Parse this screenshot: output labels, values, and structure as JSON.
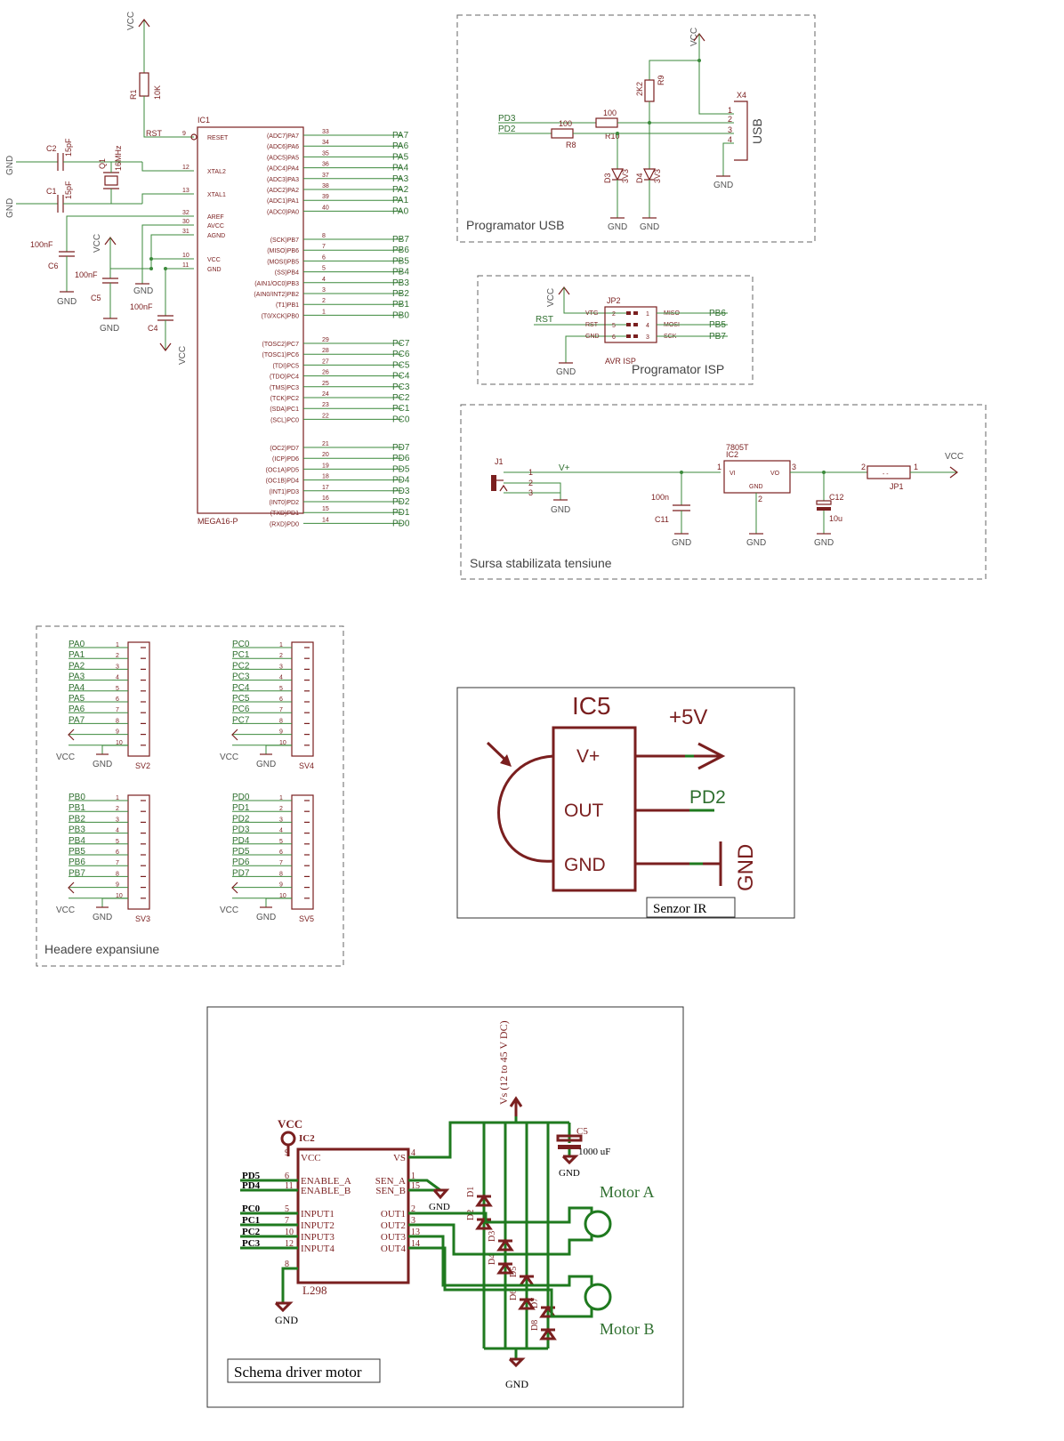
{
  "colors": {
    "wire": "#3b8a3b",
    "part": "#7a1f1f",
    "frame": "#666666"
  },
  "mcu": {
    "ref": "IC1",
    "name": "MEGA16-P",
    "left": [
      {
        "pin": "9",
        "name": "RESET"
      },
      {
        "pin": "12",
        "name": "XTAL2"
      },
      {
        "pin": "13",
        "name": "XTAL1"
      },
      {
        "pin": "32",
        "name": "AREF"
      },
      {
        "pin": "30",
        "name": "AVCC"
      },
      {
        "pin": "31",
        "name": "AGND"
      },
      {
        "pin": "10",
        "name": "VCC"
      },
      {
        "pin": "11",
        "name": "GND"
      }
    ],
    "right": [
      {
        "pin": "33",
        "name": "(ADC7)PA7",
        "net": "PA7"
      },
      {
        "pin": "34",
        "name": "(ADC6)PA6",
        "net": "PA6"
      },
      {
        "pin": "35",
        "name": "(ADC5)PA5",
        "net": "PA5"
      },
      {
        "pin": "36",
        "name": "(ADC4)PA4",
        "net": "PA4"
      },
      {
        "pin": "37",
        "name": "(ADC3)PA3",
        "net": "PA3"
      },
      {
        "pin": "38",
        "name": "(ADC2)PA2",
        "net": "PA2"
      },
      {
        "pin": "39",
        "name": "(ADC1)PA1",
        "net": "PA1"
      },
      {
        "pin": "40",
        "name": "(ADC0)PA0",
        "net": "PA0"
      },
      {
        "pin": "8",
        "name": "(SCK)PB7",
        "net": "PB7"
      },
      {
        "pin": "7",
        "name": "(MISO)PB6",
        "net": "PB6"
      },
      {
        "pin": "6",
        "name": "(MOSI)PB5",
        "net": "PB5"
      },
      {
        "pin": "5",
        "name": "(SS)PB4",
        "net": "PB4"
      },
      {
        "pin": "4",
        "name": "(AIN1/OC0)PB3",
        "net": "PB3"
      },
      {
        "pin": "3",
        "name": "(AIN0/INT2)PB2",
        "net": "PB2"
      },
      {
        "pin": "2",
        "name": "(T1)PB1",
        "net": "PB1"
      },
      {
        "pin": "1",
        "name": "(T0/XCK)PB0",
        "net": "PB0"
      },
      {
        "pin": "29",
        "name": "(TOSC2)PC7",
        "net": "PC7"
      },
      {
        "pin": "28",
        "name": "(TOSC1)PC6",
        "net": "PC6"
      },
      {
        "pin": "27",
        "name": "(TDI)PC5",
        "net": "PC5"
      },
      {
        "pin": "26",
        "name": "(TDO)PC4",
        "net": "PC4"
      },
      {
        "pin": "25",
        "name": "(TMS)PC3",
        "net": "PC3"
      },
      {
        "pin": "24",
        "name": "(TCK)PC2",
        "net": "PC2"
      },
      {
        "pin": "23",
        "name": "(SDA)PC1",
        "net": "PC1"
      },
      {
        "pin": "22",
        "name": "(SCL)PC0",
        "net": "PC0"
      },
      {
        "pin": "21",
        "name": "(OC2)PD7",
        "net": "PD7"
      },
      {
        "pin": "20",
        "name": "(ICP)PD6",
        "net": "PD6"
      },
      {
        "pin": "19",
        "name": "(OC1A)PD5",
        "net": "PD5"
      },
      {
        "pin": "18",
        "name": "(OC1B)PD4",
        "net": "PD4"
      },
      {
        "pin": "17",
        "name": "(INT1)PD3",
        "net": "PD3"
      },
      {
        "pin": "16",
        "name": "(INT0)PD2",
        "net": "PD2"
      },
      {
        "pin": "15",
        "name": "(TXD)PD1",
        "net": "PD1"
      },
      {
        "pin": "14",
        "name": "(RXD)PD0",
        "net": "PD0"
      }
    ]
  },
  "core": {
    "vcc": "VCC",
    "gnd": "GND",
    "rst": "RST",
    "r1": "R1",
    "r1v": "10K",
    "c2": "C2",
    "c2v": "15pF",
    "c1": "C1",
    "c1v": "15pF",
    "q1": "Q1",
    "q1v": "16MHz",
    "c6": "C6",
    "c6v": "100nF",
    "c5": "C5",
    "c5v": "100nF",
    "c4": "C4",
    "c4v": "100nF"
  },
  "usb": {
    "title": "Programator USB",
    "pd3": "PD3",
    "pd2": "PD2",
    "r8": "R8",
    "r8v": "100",
    "r10": "R10",
    "r10v": "100",
    "r9": "R9",
    "r9v": "2K2",
    "d3": "D3",
    "d3v": "3V3",
    "d4": "D4",
    "d4v": "3V3",
    "x4": "X4",
    "usb": "USB",
    "pins": [
      "1",
      "2",
      "3",
      "4"
    ],
    "vcc": "VCC",
    "gnd": "GND"
  },
  "isp": {
    "title": "Programator ISP",
    "ref": "JP2",
    "name": "AVR ISP",
    "rst": "RST",
    "vcc": "VCC",
    "gnd": "GND",
    "lrows": [
      {
        "sig": "VTG",
        "pin": "2"
      },
      {
        "sig": "RST",
        "pin": "5"
      },
      {
        "sig": "GND",
        "pin": "6"
      }
    ],
    "rrows": [
      {
        "pin": "1",
        "sig": "MISO",
        "net": "PB6"
      },
      {
        "pin": "4",
        "sig": "MOSI",
        "net": "PB5"
      },
      {
        "pin": "3",
        "sig": "SCK",
        "net": "PB7"
      }
    ]
  },
  "psu": {
    "title": "Sursa stabilizata tensiune",
    "j1": "J1",
    "vplus": "V+",
    "gnd": "GND",
    "ic2": "IC2",
    "ic2v": "7805T",
    "vi": "VI",
    "vo": "VO",
    "icgnd": "GND",
    "c11": "C11",
    "c11v": "100n",
    "c12": "C12",
    "c12v": "10u",
    "jp1": "JP1",
    "vcc": "VCC",
    "n1": "1",
    "n2": "2",
    "n3": "3"
  },
  "headers": {
    "title": "Headere expansiune",
    "vcc": "VCC",
    "gnd": "GND",
    "blocks": [
      {
        "ref": "SV2",
        "nets": [
          "PA0",
          "PA1",
          "PA2",
          "PA3",
          "PA4",
          "PA5",
          "PA6",
          "PA7"
        ]
      },
      {
        "ref": "SV4",
        "nets": [
          "PC0",
          "PC1",
          "PC2",
          "PC3",
          "PC4",
          "PC5",
          "PC6",
          "PC7"
        ]
      },
      {
        "ref": "SV3",
        "nets": [
          "PB0",
          "PB1",
          "PB2",
          "PB3",
          "PB4",
          "PB5",
          "PB6",
          "PB7"
        ]
      },
      {
        "ref": "SV5",
        "nets": [
          "PD0",
          "PD1",
          "PD2",
          "PD3",
          "PD4",
          "PD5",
          "PD6",
          "PD7"
        ]
      }
    ],
    "pins": [
      "1",
      "2",
      "3",
      "4",
      "5",
      "6",
      "7",
      "8",
      "9",
      "10"
    ]
  },
  "ir": {
    "title": "Senzor IR",
    "ref": "IC5",
    "vplus": "V+",
    "out": "OUT",
    "gnd": "GND",
    "v5": "+5V",
    "pd2": "PD2",
    "gndnet": "GND"
  },
  "driver": {
    "title": "Schema driver motor",
    "ref": "IC2",
    "name": "L298",
    "vcc": "VCC",
    "gnd": "GND",
    "vs": "Vs (12 to 45 V DC)",
    "c5": "C5",
    "c5v": "1000 uF",
    "motor_a": "Motor A",
    "motor_b": "Motor B",
    "lpins": [
      {
        "pin": "9",
        "name": "VCC"
      },
      {
        "pin": "6",
        "name": "ENABLE_A",
        "net": "PD5"
      },
      {
        "pin": "11",
        "name": "ENABLE_B",
        "net": "PD4"
      },
      {
        "pin": "5",
        "name": "INPUT1",
        "net": "PC0"
      },
      {
        "pin": "7",
        "name": "INPUT2",
        "net": "PC1"
      },
      {
        "pin": "10",
        "name": "INPUT3",
        "net": "PC2"
      },
      {
        "pin": "12",
        "name": "INPUT4",
        "net": "PC3"
      },
      {
        "pin": "8",
        "name": ""
      }
    ],
    "rpins": [
      {
        "pin": "4",
        "name": "VS"
      },
      {
        "pin": "1",
        "name": "SEN_A"
      },
      {
        "pin": "15",
        "name": "SEN_B"
      },
      {
        "pin": "2",
        "name": "OUT1"
      },
      {
        "pin": "3",
        "name": "OUT2"
      },
      {
        "pin": "13",
        "name": "OUT3"
      },
      {
        "pin": "14",
        "name": "OUT4"
      }
    ],
    "diodes": [
      "D1",
      "D2",
      "D3",
      "D4",
      "D5",
      "D6",
      "D7",
      "D8"
    ]
  }
}
